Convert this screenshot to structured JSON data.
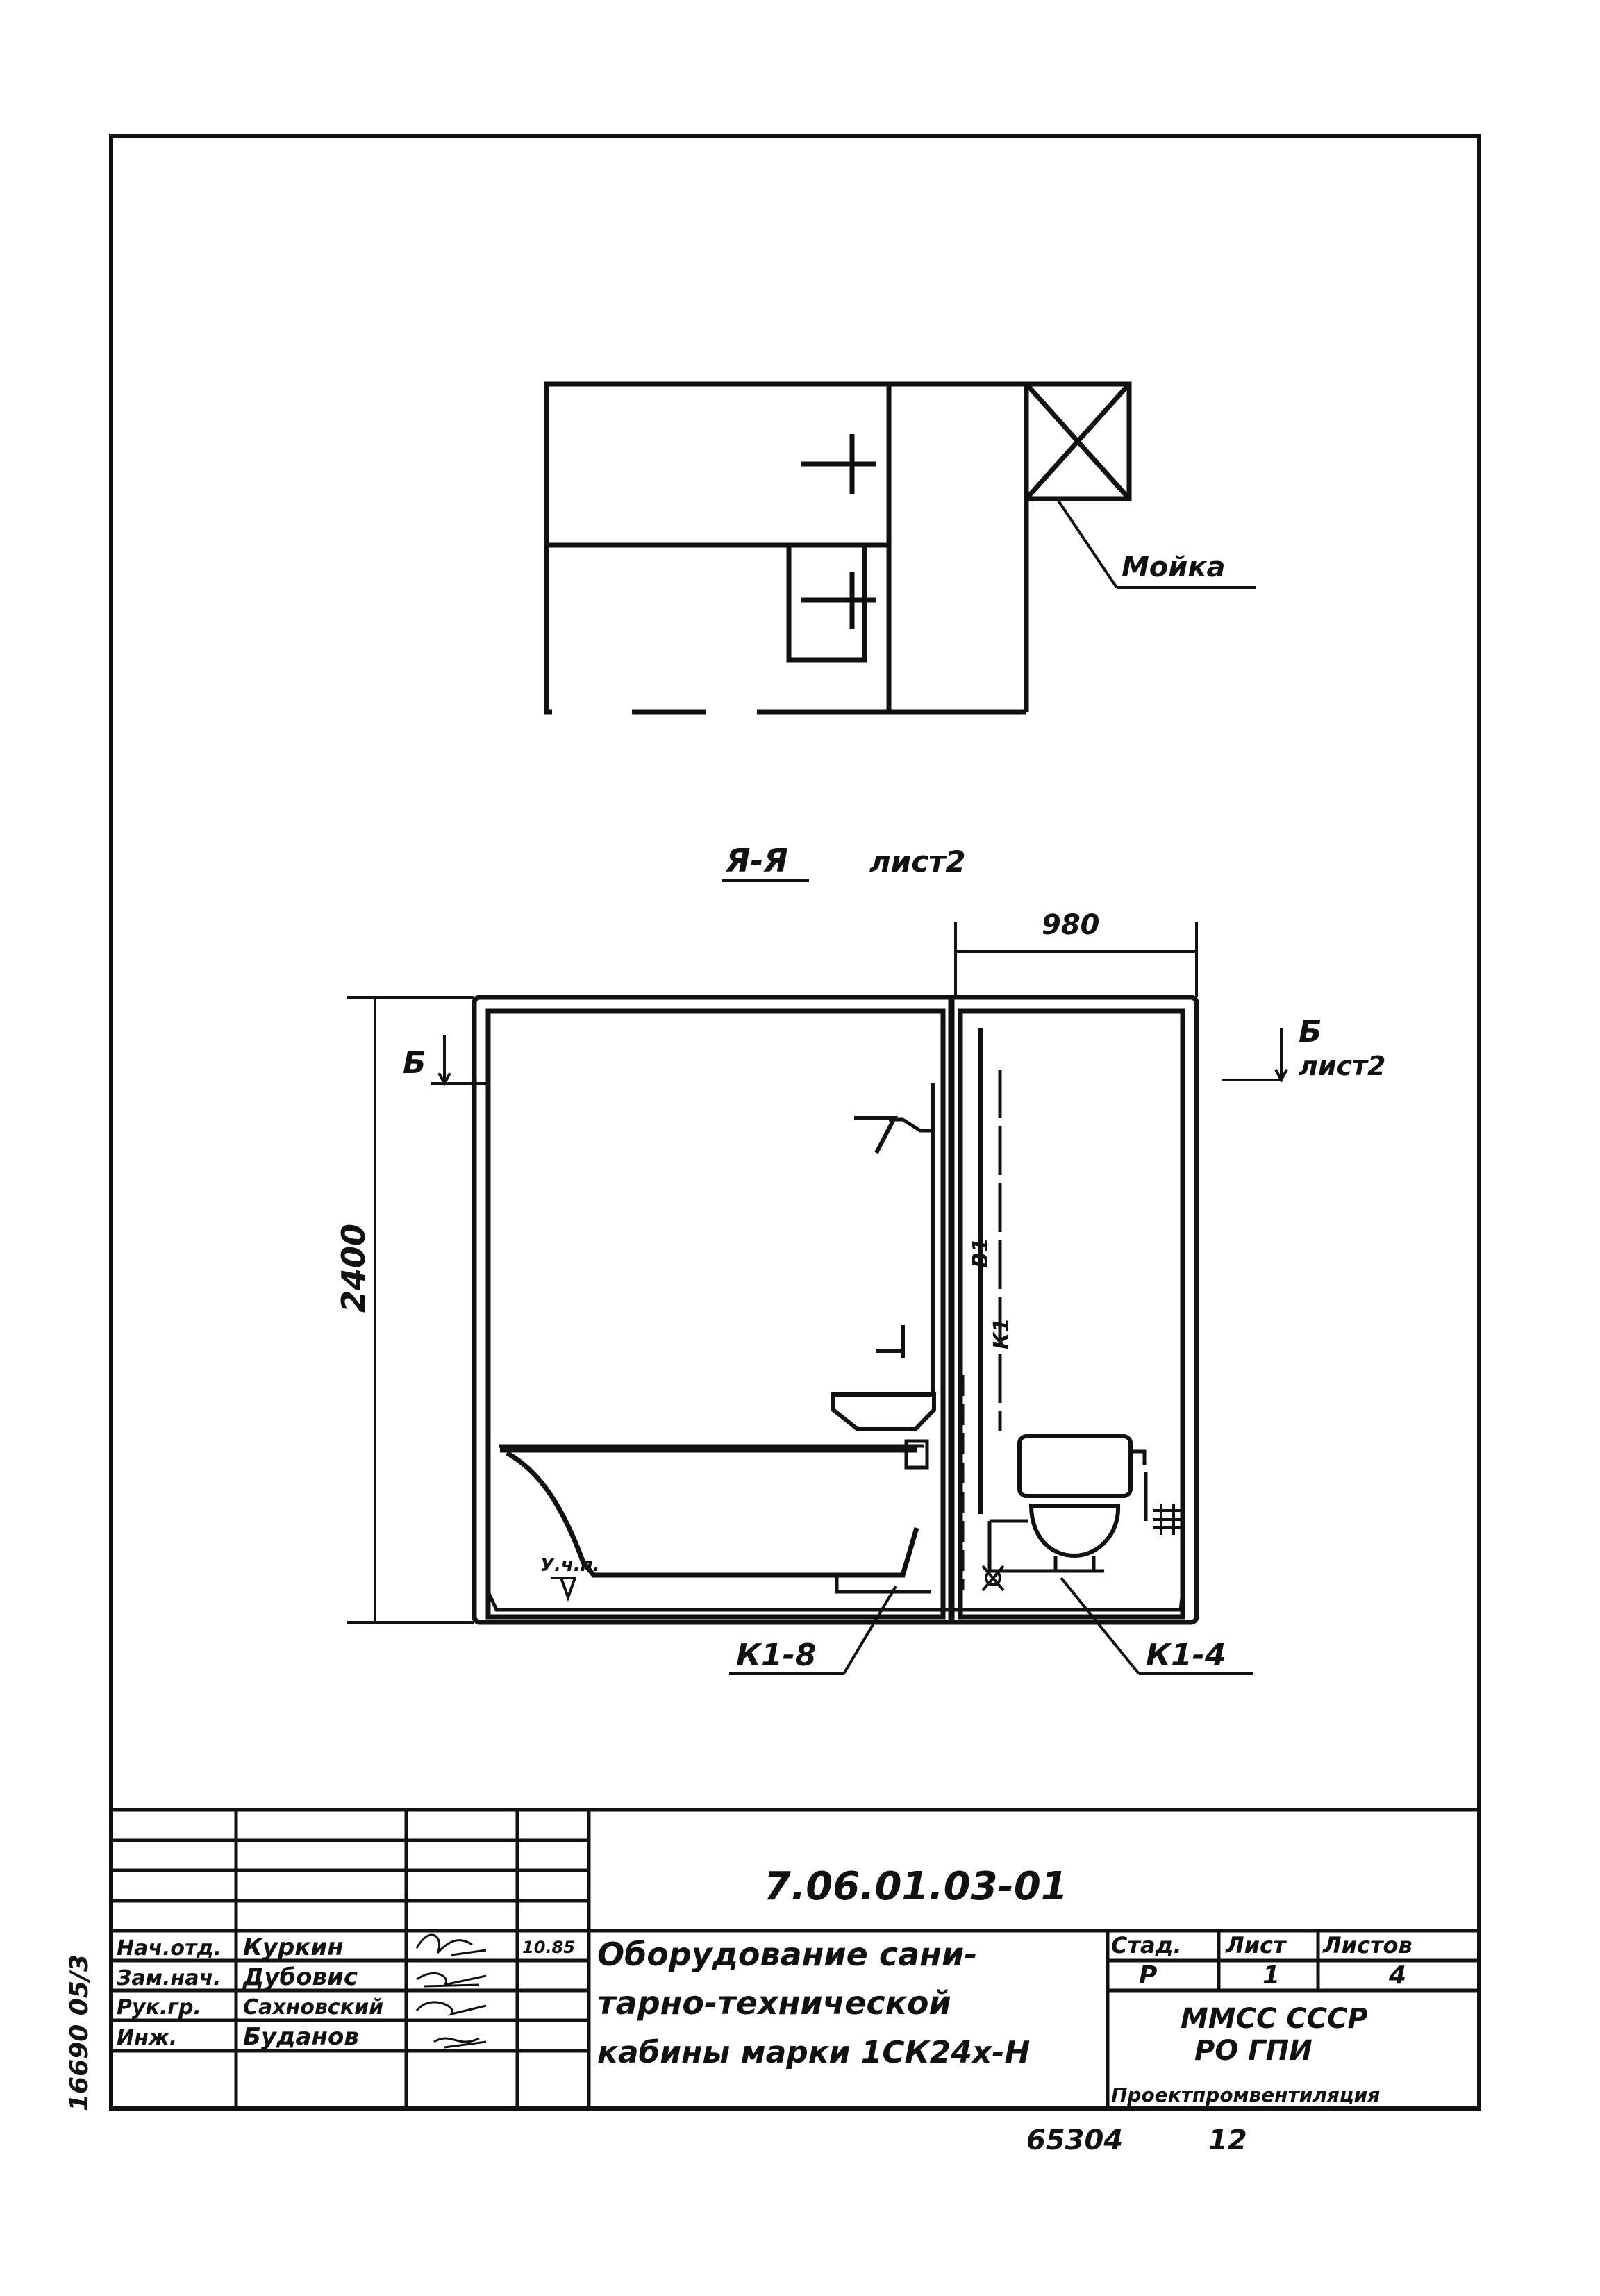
{
  "plan": {
    "sink_label": "Мойка"
  },
  "section": {
    "title_mark": "Я-Я",
    "title_sheet": "лист2",
    "dim_width": "980",
    "dim_height": "2400",
    "cut_left_letter": "Б",
    "cut_right_letter": "Б",
    "cut_right_sheet": "лист2",
    "riser_b1": "В1",
    "riser_k1": "К1",
    "floor_mark": "У.ч.п.",
    "callout_left": "К1-8",
    "callout_right": "К1-4"
  },
  "title_block": {
    "doc_code": "7.06.01.03-01",
    "archive_no": "16690 05/3",
    "roles": [
      "Нач.отд.",
      "Зам.нач.",
      "Рук.гр.",
      "Инж."
    ],
    "names": [
      "Куркин",
      "Дубовис",
      "Сахновский",
      "Буданов"
    ],
    "date": "10.85",
    "title_lines": [
      "Оборудование сани-",
      "тарно-технической",
      "кабины марки 1СК24х-Н"
    ],
    "stage_label": "Стад.",
    "sheet_label": "Лист",
    "sheets_label": "Листов",
    "stage_value": "Р",
    "sheet_value": "1",
    "sheets_value": "4",
    "org_line1": "ММСС СССР",
    "org_line2": "РО ГПИ",
    "org_line3": "Проектпромвентиляция",
    "footer_no": "65304",
    "footer_sheet": "12"
  }
}
